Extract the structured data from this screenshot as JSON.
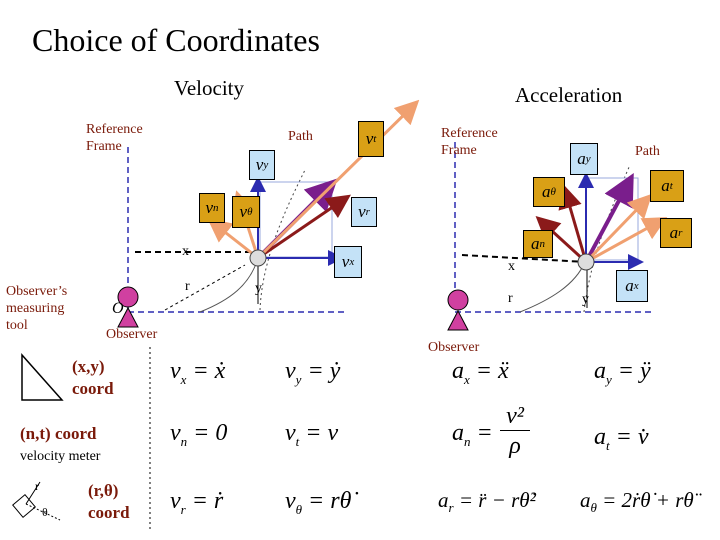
{
  "title": "Choice of Coordinates",
  "velocity": {
    "heading": "Velocity",
    "reference_frame": "Reference\nFrame",
    "path": "Path",
    "x_axis": "x",
    "y_axis": "y",
    "r_label": "r",
    "origin": "O",
    "observer": "Observer",
    "observer_tool": "Observer’s\nmeasuring\ntool",
    "vectors": {
      "v_t": "v",
      "v_t_sub": "t",
      "v_y": "v",
      "v_y_sub": "y",
      "v_n": "v",
      "v_n_sub": "n",
      "v_theta": "v",
      "v_theta_sub": "θ",
      "v_r": "v",
      "v_r_sub": "r",
      "v_x": "v",
      "v_x_sub": "x"
    }
  },
  "acceleration": {
    "heading": "Acceleration",
    "reference_frame": "Reference\nFrame",
    "path": "Path",
    "x_axis": "x",
    "y_axis": "y",
    "r_label": "r",
    "observer": "Observer",
    "vectors": {
      "a_y": "a",
      "a_y_sub": "y",
      "a_t": "a",
      "a_t_sub": "t",
      "a_theta": "a",
      "a_theta_sub": "θ",
      "a_n": "a",
      "a_n_sub": "n",
      "a_r": "a",
      "a_r_sub": "r",
      "a_x": "a",
      "a_x_sub": "x"
    }
  },
  "rows": {
    "xy": {
      "label": "(x,y)\ncoord",
      "eq1": "v",
      "eq1_sub": "x",
      "eq1_rhs": " = ẋ",
      "eq2": "v",
      "eq2_sub": "y",
      "eq2_rhs": " = ẏ",
      "eq3": "a",
      "eq3_sub": "x",
      "eq3_rhs": " = ẍ",
      "eq4": "a",
      "eq4_sub": "y",
      "eq4_rhs": " = ÿ"
    },
    "nt": {
      "label": "(n,t) coord",
      "sublabel": "velocity meter",
      "eq1": "v",
      "eq1_sub": "n",
      "eq1_rhs": " = 0",
      "eq2": "v",
      "eq2_sub": "t",
      "eq2_rhs": " = v",
      "eq3": "a",
      "eq3_sub": "n",
      "eq3_rhs": " = ",
      "eq3_num": "v²",
      "eq3_den": "ρ",
      "eq4": "a",
      "eq4_sub": "t",
      "eq4_rhs": " = v̇"
    },
    "rtheta": {
      "label": "(r,θ)\ncoord",
      "tool_r": "r",
      "tool_theta": "θ",
      "eq1": "v",
      "eq1_sub": "r",
      "eq1_rhs": " = ṙ",
      "eq2": "v",
      "eq2_sub": "θ",
      "eq2_rhs": " = rθ̇",
      "eq3": "a",
      "eq3_sub": "r",
      "eq3_rhs": " = r̈ − rθ̇²",
      "eq4": "a",
      "eq4_sub": "θ",
      "eq4_rhs": " = 2ṙθ̇ + rθ̈"
    }
  },
  "colors": {
    "gold": "#d9a016",
    "blue": "#c4e2f7",
    "purple": "#7a1e8c",
    "orange": "#f0a070",
    "darkred": "#8b1a1a",
    "axis": "#2b2bb0",
    "marker": "#d040a0"
  }
}
